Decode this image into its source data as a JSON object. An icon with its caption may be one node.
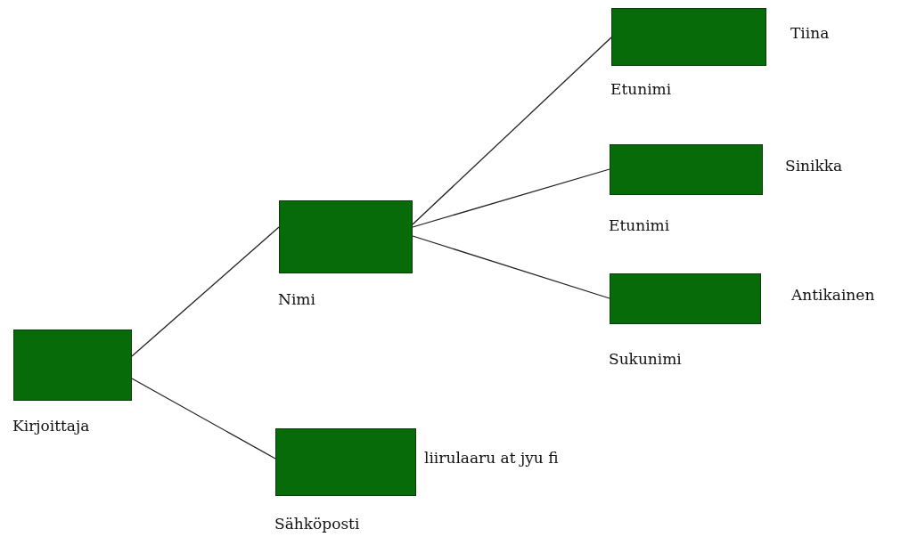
{
  "diagram": {
    "nodes": [
      {
        "text": [
          "Kirjoittaja"
        ]
      },
      {
        "text": [
          "Nimi"
        ]
      },
      {
        "text": [
          "Etunimi"
        ],
        "beside": [
          "Tiina"
        ]
      },
      {
        "text": [
          "Etunimi"
        ],
        "beside": [
          "Sinikka"
        ]
      },
      {
        "text": [
          "Sukunimi"
        ],
        "beside": [
          "Antikainen"
        ]
      },
      {
        "text": [
          "Sähköposti"
        ],
        "beside": [
          "liirulaaru at jyu fi"
        ]
      }
    ],
    "edges": [
      {
        "from": 0,
        "to": 1,
        "arrow": "none"
      },
      {
        "from": 0,
        "to": 5,
        "arrow": "none"
      },
      {
        "from": 1,
        "to": 2,
        "arrow": "none"
      },
      {
        "from": 1,
        "to": 3,
        "arrow": "none"
      },
      {
        "from": 1,
        "to": 4,
        "arrow": "none"
      }
    ]
  }
}
